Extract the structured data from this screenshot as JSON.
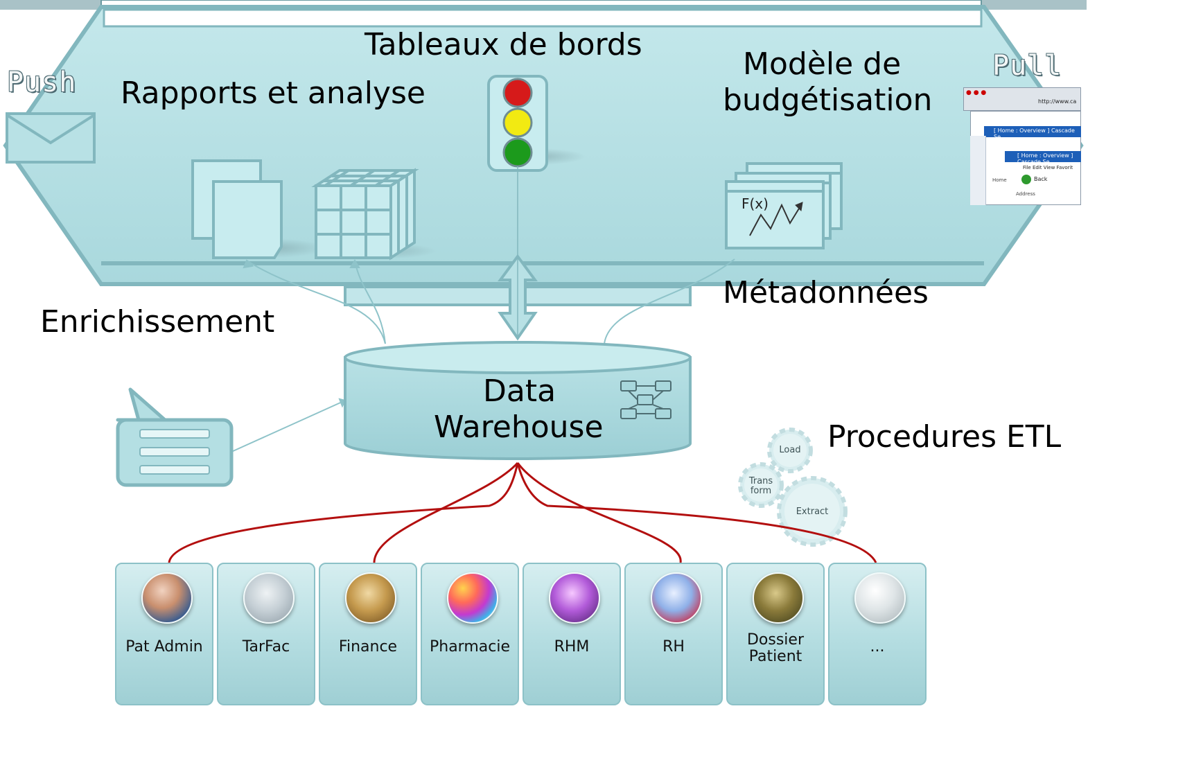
{
  "title_partial": "Système d'aide à la décision",
  "labels": {
    "tableaux": "Tableaux de bords",
    "rapports": "Rapports et analyse",
    "modele_l1": "Modèle de",
    "modele_l2": "budgétisation",
    "push": "Push",
    "pull": "Pull",
    "metadonnees": "Métadonnées",
    "enrichissement": "Enrichissement",
    "dw_l1": "Data",
    "dw_l2": "Warehouse",
    "etl": "Procedures ETL",
    "gear_load": "Load",
    "gear_transform_l1": "Trans",
    "gear_transform_l2": "form",
    "gear_extract": "Extract",
    "fx": "F(x)"
  },
  "sources": [
    {
      "l1": "Pat Admin",
      "l2": "",
      "icon": "patient-admin-icon"
    },
    {
      "l1": "TarFac",
      "l2": "",
      "icon": "keypad-icon"
    },
    {
      "l1": "Finance",
      "l2": "",
      "icon": "ledger-icon"
    },
    {
      "l1": "Pharmacie",
      "l2": "",
      "icon": "pills-icon"
    },
    {
      "l1": "RHM",
      "l2": "",
      "icon": "microscope-icon"
    },
    {
      "l1": "RH",
      "l2": "",
      "icon": "lab-tubes-icon"
    },
    {
      "l1": "Dossier",
      "l2": "Patient",
      "icon": "surgery-icon"
    },
    {
      "l1": "...",
      "l2": "",
      "icon": "blank-orb-icon"
    }
  ],
  "browser_text": {
    "url": "http://www.ca",
    "tab": "[ Home : Overview ] Cascade Se",
    "menu": "File  Edit  View  Favorit",
    "back": "Back",
    "address": "Address",
    "home": "Home"
  },
  "colors": {
    "teal_fill": "#b4dfe3",
    "teal_stroke": "#82b7be",
    "connector_red": "#b30f0f",
    "title_gray": "#a9c2c7"
  }
}
